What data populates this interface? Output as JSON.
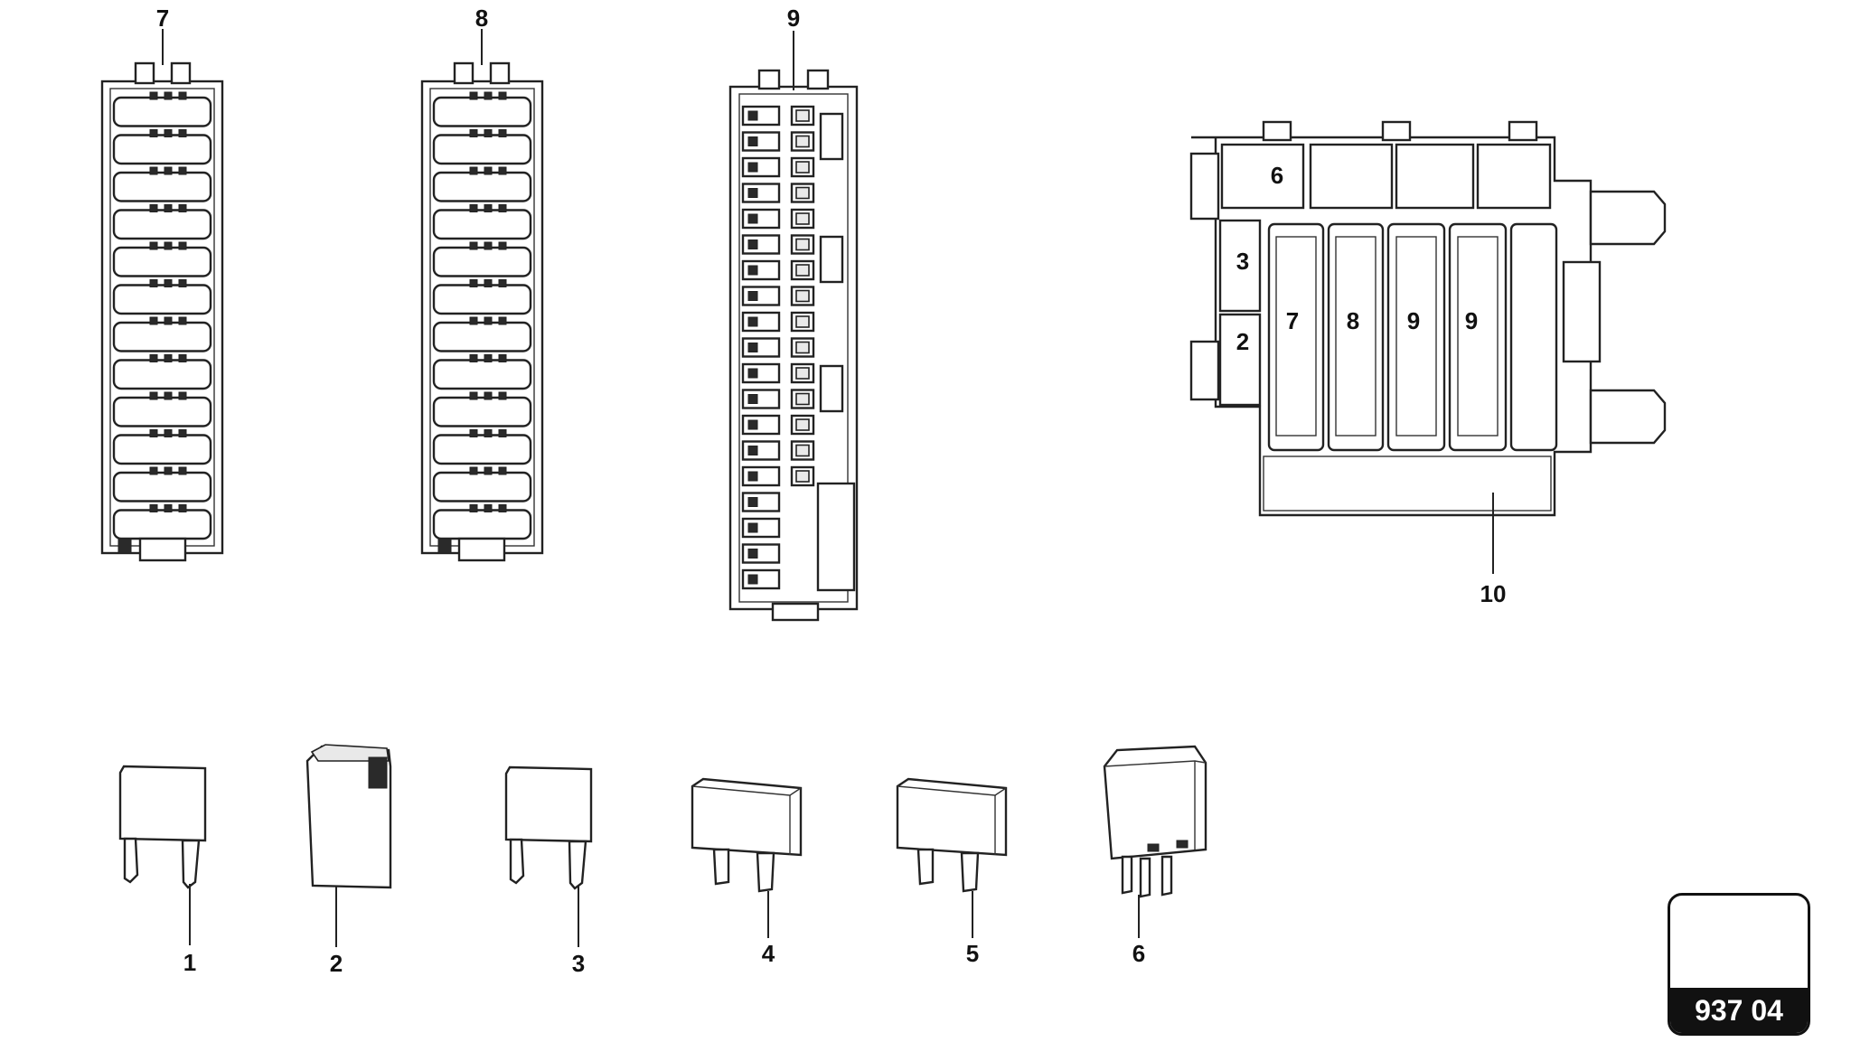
{
  "callouts": {
    "p7": "7",
    "p8": "8",
    "p9": "9",
    "p10": "10",
    "p1": "1",
    "p2": "2",
    "p3": "3",
    "p4": "4",
    "p5": "5",
    "p6": "6"
  },
  "assembly_labels": {
    "slot6": "6",
    "slot3": "3",
    "slot2": "2",
    "slot7": "7",
    "slot8": "8",
    "slot9a": "9",
    "slot9b": "9"
  },
  "reference": {
    "code": "937 04"
  }
}
